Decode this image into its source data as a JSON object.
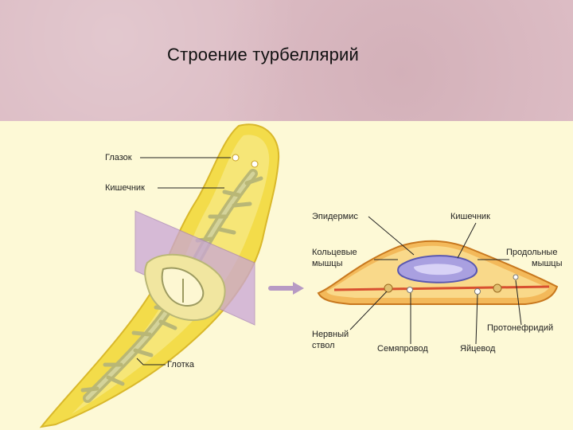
{
  "slide": {
    "title": "Строение турбеллярий"
  },
  "diagram": {
    "labels": {
      "eye": "Глазок",
      "gut_left": "Кишечник",
      "pharynx": "Глотка",
      "epidermis": "Эпидермис",
      "gut_right": "Кишечник",
      "ring_muscles_1": "Кольцевые",
      "ring_muscles_2": "мышцы",
      "long_muscles_1": "Продольные",
      "long_muscles_2": "мышцы",
      "nerve_1": "Нервный",
      "nerve_2": "ствол",
      "sperm_duct": "Семяпровод",
      "oviduct": "Яйцевод",
      "protonephridia": "Протонефридий"
    },
    "colors": {
      "header_bg": "#dcbcc4",
      "panel_bg": "#fdf9d6",
      "body_yellow": "#f3dc4a",
      "gut_green": "#b9b776",
      "section_plane": "#c9a6d6",
      "arrow": "#b79ac4"
    }
  }
}
